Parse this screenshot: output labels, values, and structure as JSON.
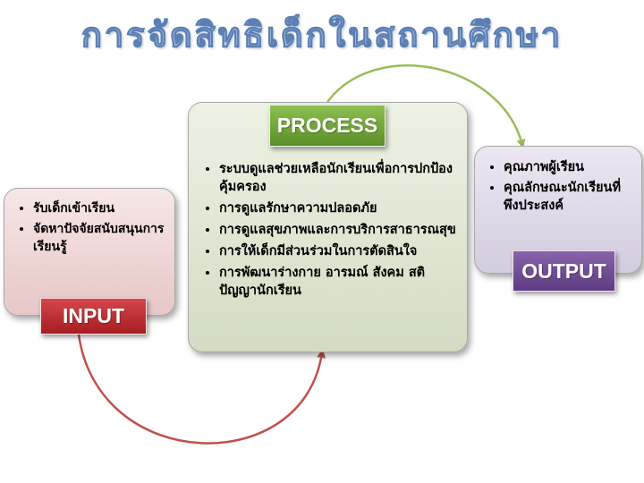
{
  "title": "การจัดสิทธิเด็กในสถานศึกษา",
  "input": {
    "label": "INPUT",
    "items": [
      "รับเด็กเข้าเรียน",
      "จัดหาปัจจัยสนับสนุนการเรียนรู้"
    ]
  },
  "process": {
    "label": "PROCESS",
    "items": [
      "ระบบดูแลช่วยเหลือนักเรียนเพื่อการปกป้องคุ้มครอง",
      "การดูแลรักษาความปลอดภัย",
      "การดูแลสุขภาพและการบริการสาธารณสุข",
      "การให้เด็กมีส่วนร่วมในการตัดสินใจ",
      "การพัฒนาร่างกาย อารมณ์ สังคม สติปัญญานักเรียน"
    ]
  },
  "output": {
    "label": "OUTPUT",
    "items": [
      "คุณภาพผู้เรียน",
      "คุณลักษณะนักเรียนที่พึงประสงค์"
    ]
  },
  "colors": {
    "input_accent": "#b8272c",
    "process_accent": "#70a33a",
    "output_accent": "#704c95",
    "arrow_input": "#c0504d",
    "arrow_output": "#9bbb59"
  }
}
